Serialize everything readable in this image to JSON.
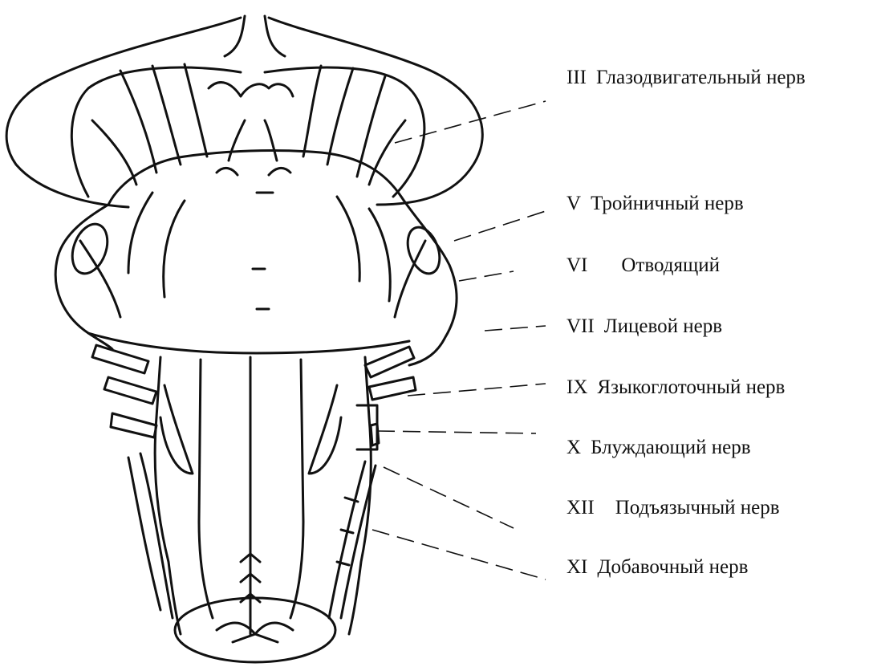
{
  "labels": [
    {
      "numeral": "III",
      "name": "Глазодвигательный нерв"
    },
    {
      "numeral": "V",
      "name": "Тройничный нерв"
    },
    {
      "numeral": "VI",
      "name": "Отводящий"
    },
    {
      "numeral": "VII",
      "name": "Лицевой нерв"
    },
    {
      "numeral": "IX",
      "name": "Языкоглоточный нерв"
    },
    {
      "numeral": "X",
      "name": "Блуждающий нерв"
    },
    {
      "numeral": "XII",
      "name": "Подъязычный нерв"
    },
    {
      "numeral": "XI",
      "name": "Добавочный нерв"
    }
  ],
  "colors": {
    "ink": "#111111",
    "background": "#ffffff"
  }
}
